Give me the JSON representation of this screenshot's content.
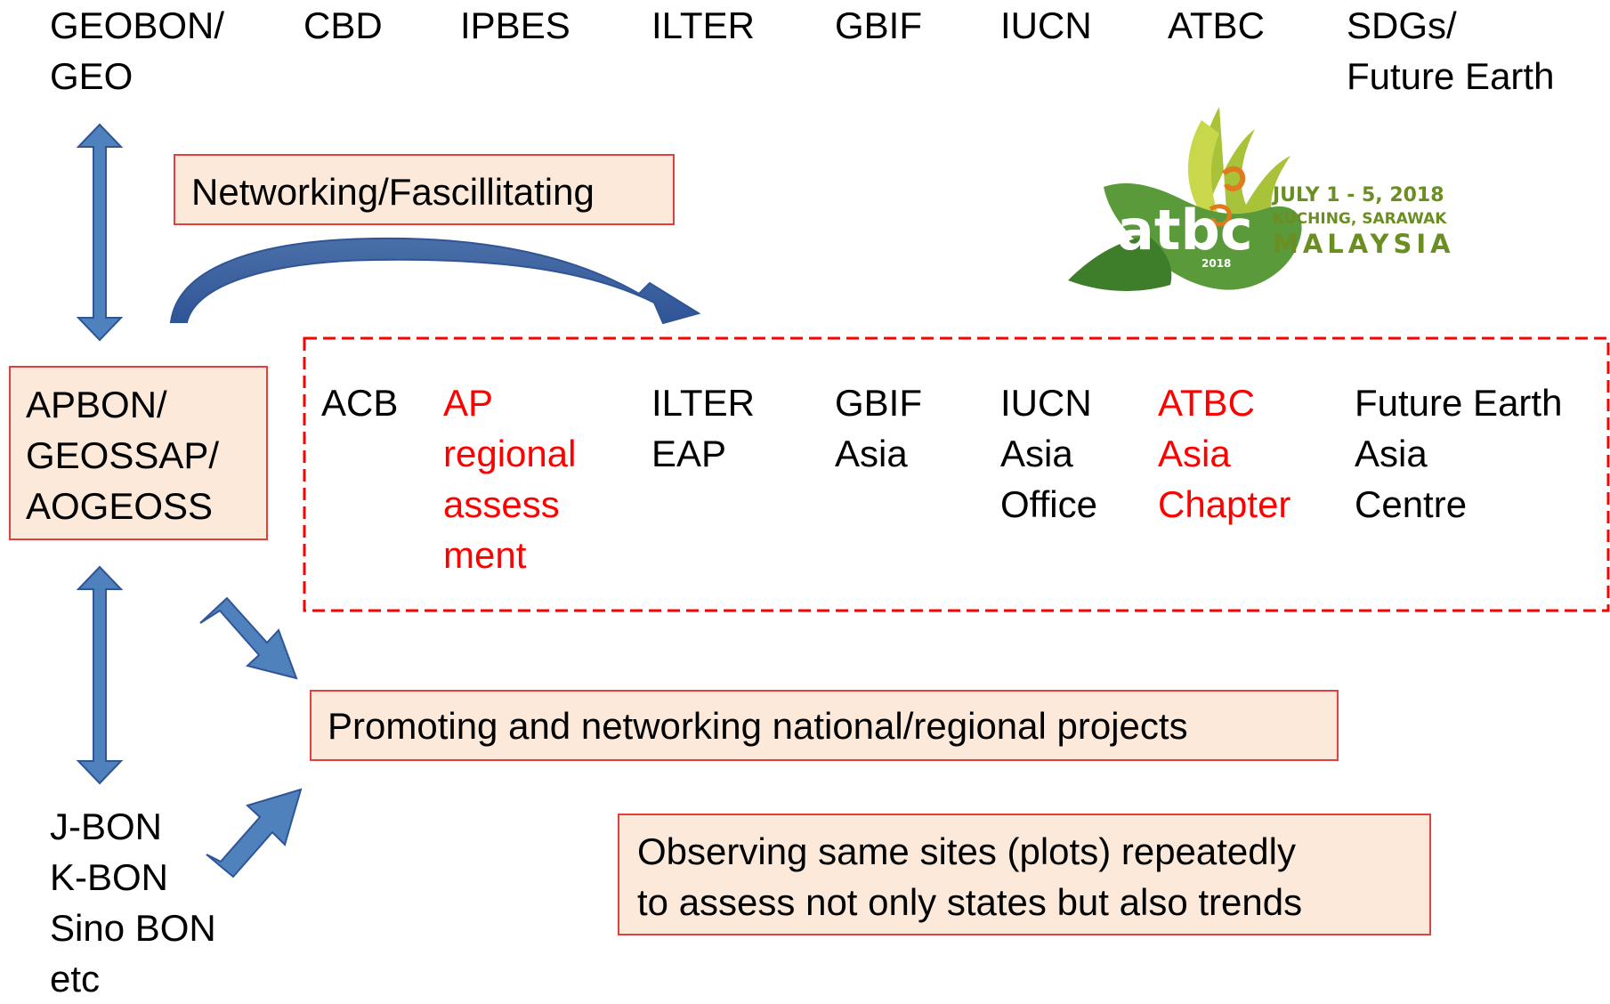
{
  "top_row": [
    {
      "id": "geobon",
      "text": "GEOBON/\nGEO"
    },
    {
      "id": "cbd",
      "text": "CBD"
    },
    {
      "id": "ipbes",
      "text": "IPBES"
    },
    {
      "id": "ilter",
      "text": "ILTER"
    },
    {
      "id": "gbif",
      "text": "GBIF"
    },
    {
      "id": "iucn",
      "text": "IUCN"
    },
    {
      "id": "atbc",
      "text": "ATBC"
    },
    {
      "id": "sdgs",
      "text": "SDGs/\nFuture Earth"
    }
  ],
  "networking_box": "Networking/Fascillitating",
  "apbon_box": "APBON/\nGEOSSAP/\nAOGEOSS",
  "regional_row": [
    {
      "id": "acb",
      "text": "ACB",
      "color": "#000000"
    },
    {
      "id": "ap-regional",
      "text": "AP\nregional\nassess\nment",
      "color": "#ff0000"
    },
    {
      "id": "ilter-eap",
      "text": "ILTER\nEAP",
      "color": "#000000"
    },
    {
      "id": "gbif-asia",
      "text": "GBIF\nAsia",
      "color": "#000000"
    },
    {
      "id": "iucn-asia",
      "text": "IUCN\nAsia\nOffice",
      "color": "#000000"
    },
    {
      "id": "atbc-asia",
      "text": "ATBC\nAsia\nChapter",
      "color": "#ff0000"
    },
    {
      "id": "future-earth-asia",
      "text": "Future Earth\nAsia\nCentre",
      "color": "#000000"
    }
  ],
  "promoting_box": "Promoting and networking national/regional projects",
  "national_bons": "J-BON\nK-BON\nSino BON\netc",
  "observing_box": "Observing same sites (plots) repeatedly\nto assess not only states but also trends",
  "logo": {
    "brand": "atbc",
    "year": "2018",
    "dates": "JULY 1 - 5, 2018",
    "place": "KUCHING, SARAWAK",
    "country": "MALAYSIA"
  },
  "colors": {
    "arrow_fill": "#4f81bd",
    "arrow_stroke": "#2f5597",
    "box_fill": "#fde9d9",
    "box_border": "#e04040",
    "highlight_text": "#ff0000",
    "dashed_border": "#ff0000",
    "logo_green": "#6b8e23"
  }
}
